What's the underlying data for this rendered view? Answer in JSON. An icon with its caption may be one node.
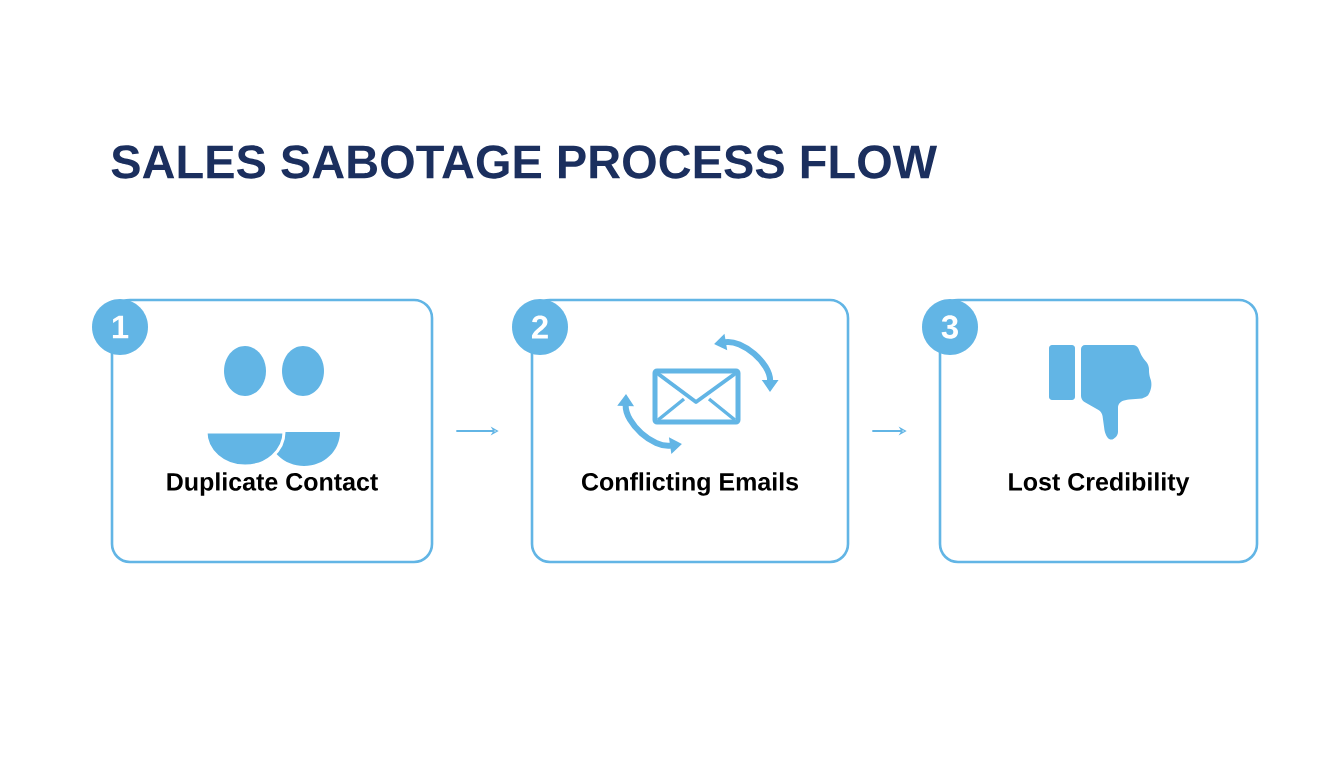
{
  "diagram": {
    "title": "SALES SABOTAGE PROCESS FLOW",
    "nodes": [
      {
        "text": [
          "1"
        ]
      },
      {
        "text": [
          "Duplicate Contact"
        ]
      },
      {
        "text": [
          "2"
        ]
      },
      {
        "text": [
          "Conflicting Emails"
        ]
      },
      {
        "text": [
          "3"
        ]
      },
      {
        "text": [
          "Lost Credibility"
        ]
      }
    ],
    "edges": [
      {
        "from": 1,
        "to": 3,
        "arrow": "to"
      },
      {
        "from": 3,
        "to": 5,
        "arrow": "to"
      }
    ]
  }
}
